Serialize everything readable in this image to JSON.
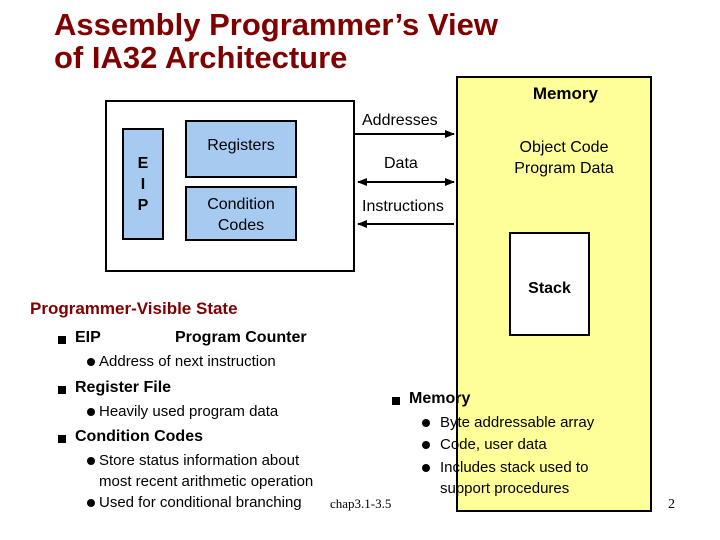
{
  "title": {
    "line1": "Assembly Programmer’s View",
    "line2": "of IA32 Architecture"
  },
  "cpu": {
    "eip_letters": [
      "E",
      "I",
      "P"
    ],
    "registers_label": "Registers",
    "condition_codes_label": [
      "Condition",
      "Codes"
    ]
  },
  "bus": {
    "addresses": "Addresses",
    "data": "Data",
    "instructions": "Instructions"
  },
  "memory": {
    "label": "Memory",
    "object_code": [
      "Object Code",
      "Program Data"
    ],
    "stack": "Stack"
  },
  "state": {
    "title": "Programmer-Visible State",
    "eip": {
      "label": "EIP",
      "name": "Program Counter",
      "sub": "Address of next instruction"
    },
    "register_file": {
      "label": "Register File",
      "sub": "Heavily used program data"
    },
    "condition_codes": {
      "label": "Condition Codes",
      "sub1_line1": "Store status information about",
      "sub1_line2": "most recent arithmetic operation",
      "sub2": "Used for conditional branching"
    },
    "memory": {
      "label": "Memory",
      "items": [
        "Byte addressable array",
        "Code, user data",
        "Includes stack used to"
      ],
      "items_cont": "support procedures"
    }
  },
  "footer": {
    "cite": "chap3.1-3.5",
    "page": "2"
  },
  "colors": {
    "title": "#800000",
    "register_fill": "#a6caf0",
    "memory_fill": "#ffff99"
  }
}
